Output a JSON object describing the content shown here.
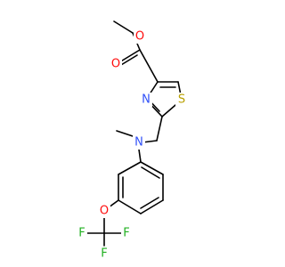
{
  "molecule": {
    "atoms": {
      "ester_o_methoxy": "O",
      "ester_o_carbonyl": "O",
      "thiazole_n": "N",
      "thiazole_s": "S",
      "amine_n": "N",
      "ether_o": "O",
      "fluorine_1": "F",
      "fluorine_2": "F",
      "fluorine_3": "F"
    },
    "colors": {
      "oxygen": "#ff0d0d",
      "nitrogen": "#3050f8",
      "sulfur": "#b8a000",
      "fluorine": "#20b020",
      "bond": "#000000"
    }
  }
}
